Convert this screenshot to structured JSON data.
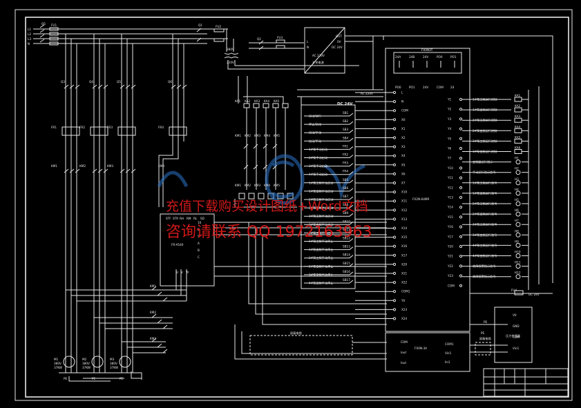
{
  "watermark": {
    "line1": "充值下载购买设计图纸+Word文档",
    "line2": "咨询请联系 QQ 1972163963",
    "color_hex": "#d01818",
    "logo_color_hex": "#2a73c9"
  },
  "power": {
    "bus": [
      "L1",
      "L2",
      "L3",
      "N"
    ],
    "breakers": [
      "QS",
      "FU1",
      "Q1",
      "FU2",
      "Q2",
      "FU3"
    ],
    "motor_breakers": [
      "Q3",
      "Q4",
      "Q5",
      "Q6"
    ],
    "thermal": [
      "FR1",
      "FR2",
      "FR3",
      "FR4"
    ],
    "contactors": [
      "KM1",
      "KM2",
      "KM3",
      "KM4"
    ],
    "motors": [
      {
        "id": "M1",
        "v": "380V",
        "p": "37KW"
      },
      {
        "id": "M2",
        "v": "380V",
        "p": "37KW"
      },
      {
        "id": "M3",
        "v": "380V",
        "p": "37KW"
      }
    ],
    "pe_labels": [
      "PE",
      "PE",
      "PE"
    ]
  },
  "transformer": {
    "primary": "380V",
    "secondary": "220V"
  },
  "psu": {
    "label": "开关电源",
    "in": "AC 220V",
    "out": "DC 24V",
    "pins": [
      "OUT",
      "0V",
      "L",
      "N"
    ]
  },
  "ac_line": "AC 220V",
  "dc_line": "DC 24V",
  "vfd": {
    "name": "FR-A540",
    "pins": [
      "10",
      "2",
      "5",
      "A",
      "B",
      "C"
    ],
    "left_pins": [
      "STF",
      "STR",
      "RH",
      "RM",
      "RL",
      "SD"
    ],
    "outs": [
      "U",
      "V",
      "W"
    ]
  },
  "relay_coils": [
    "KA1",
    "KA2",
    "KA3",
    "KA4",
    "KA5"
  ],
  "relay_contacts": [
    "KM1",
    "KM2",
    "KM3",
    "KM4",
    "KM5"
  ],
  "bypass": [
    "KM1",
    "KM2",
    "KM3"
  ],
  "plc": {
    "name": "FX2N-64MR",
    "module": "FX0N-3A",
    "top_label": "FX0N3T",
    "top_pins": [
      "24A",
      "24B",
      "24V",
      "PO0",
      "PO1"
    ],
    "top_pins_b": [
      "PO0",
      "PO1",
      "24V",
      "COM",
      "24"
    ],
    "in_pins": [
      "L",
      "N",
      "COM",
      "X0",
      "X1",
      "X2",
      "X3",
      "X4",
      "X5",
      "X6",
      "X7",
      "X10",
      "X11",
      "X12",
      "X13",
      "X14",
      "X15",
      "X16",
      "X17",
      "X20",
      "X21",
      "X22",
      "COM1",
      "Y0",
      "X23",
      "X24"
    ],
    "out_pins": [
      "Y1",
      "Y2",
      "Y3",
      "Y4",
      "Y5",
      "Y6",
      "Y7",
      "Y10",
      "Y11",
      "Y12",
      "Y13",
      "Y14",
      "Y15",
      "Y16",
      "Y17",
      "Y20",
      "Y21",
      "Y22",
      "Y23",
      "COM"
    ],
    "mod_pins_left": [
      "COM",
      "Iout",
      "Iout"
    ],
    "mod_pins_right": [
      "COM1",
      "Vin1",
      "Iin1"
    ]
  },
  "inputs": [
    {
      "label": "自动/运行",
      "sb": "SB1"
    },
    {
      "label": "停止/自动",
      "sb": "SB2"
    },
    {
      "label": "自动/手动",
      "sb": "SB3"
    },
    {
      "label": "自动/手动",
      "sb": "SB4"
    },
    {
      "label": "1#泵手动启动",
      "sb": "FR1"
    },
    {
      "label": "2#泵手动启动",
      "sb": "FR2"
    },
    {
      "label": "3#泵手动启动",
      "sb": "FR3"
    },
    {
      "label": "4#泵手动启动",
      "sb": "FR4"
    },
    {
      "label": "1#泵工频手动启动",
      "sb": "SB5"
    },
    {
      "label": "1#泵变频手动启动",
      "sb": "SB6"
    },
    {
      "label": "2#泵工频手动启动",
      "sb": "SB7"
    },
    {
      "label": "2#泵变频手动启动",
      "sb": "SB8"
    },
    {
      "label": "3#泵工频手动启动",
      "sb": "SB9"
    },
    {
      "label": "3#泵变频手动启动",
      "sb": "SB10"
    },
    {
      "label": "4#泵工频手动启动",
      "sb": "SB11"
    },
    {
      "label": "1#泵工频手动停止",
      "sb": "SB12"
    },
    {
      "label": "1#泵变频手动停止",
      "sb": "SB13"
    },
    {
      "label": "2#泵工频手动停止",
      "sb": "SB14"
    },
    {
      "label": "2#泵变频手动停止",
      "sb": "SB15"
    },
    {
      "label": "3#泵变频手动停止",
      "sb": "SB16"
    },
    {
      "label": "4#泵变频手动停止",
      "sb": "SB17"
    }
  ],
  "outputs": [
    {
      "label": "1#泵工频运行控制",
      "dev": "KA1"
    },
    {
      "label": "1#泵变频运行控制",
      "dev": "KA2"
    },
    {
      "label": "2#泵工频运行控制",
      "dev": "KA3"
    },
    {
      "label": "2#泵变频运行控制",
      "dev": "KA4"
    },
    {
      "label": "3#泵工频运行控制",
      "dev": "KA5"
    },
    {
      "label": "3#泵变频运行控制",
      "dev": "KA6"
    },
    {
      "label": "变频器运行指示",
      "dev": "H1"
    },
    {
      "label": "手动运行指示信号",
      "dev": "H2"
    },
    {
      "label": "1#泵工频运行信号",
      "dev": "H3"
    },
    {
      "label": "1#泵变频运行信号",
      "dev": "H4"
    },
    {
      "label": "2#泵工频运行信号",
      "dev": "H5"
    },
    {
      "label": "2#泵变频运行信号",
      "dev": "H6"
    },
    {
      "label": "3#泵工频运行信号",
      "dev": "H7"
    },
    {
      "label": "3#泵变频运行信号",
      "dev": "H8"
    },
    {
      "label": "4#泵工频运行信号",
      "dev": "H9"
    },
    {
      "label": "4#泵变频运行信号",
      "dev": "H10"
    },
    {
      "label": "故障报警指示信号",
      "dev": "H11"
    },
    {
      "label": "故障报警指示信号",
      "dev": "H12"
    }
  ],
  "out_supply": {
    "fuse": "FU4",
    "voltage": "DC 24V"
  },
  "sensor": {
    "title": "压力传感器",
    "pins": [
      "V0",
      "GND",
      "COM",
      "Vin1"
    ],
    "pe": "PE"
  },
  "cable": {
    "label": "屏蔽电缆"
  },
  "pe_bottom": "PE"
}
